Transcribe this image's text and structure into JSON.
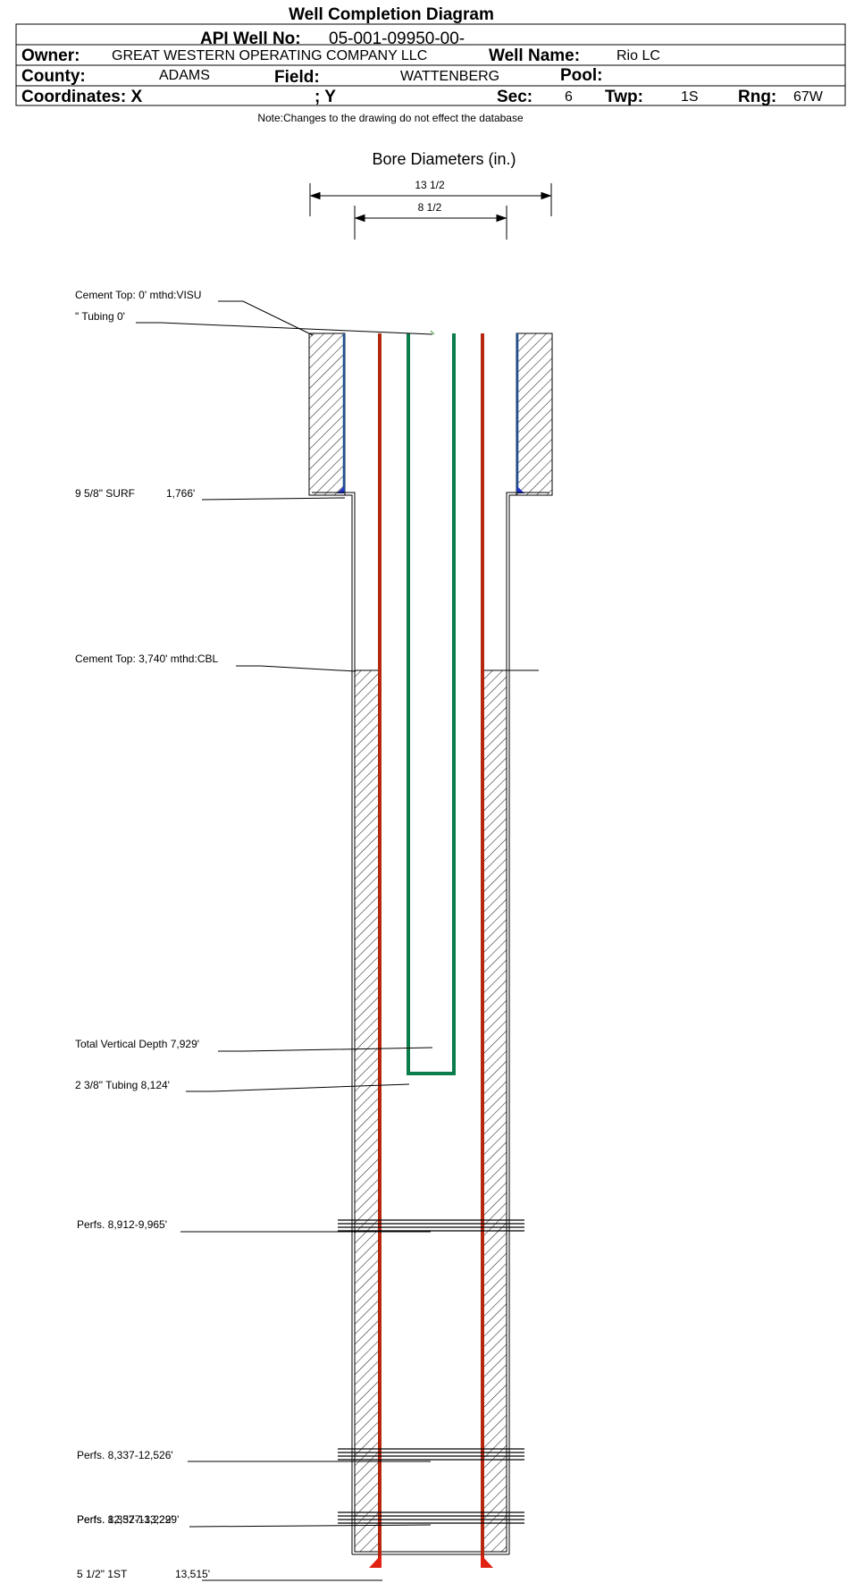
{
  "header": {
    "title": "Well Completion Diagram",
    "api_label": "API Well No:",
    "api_value": "05-001-09950-00-",
    "owner_label": "Owner:",
    "owner_value": "GREAT WESTERN OPERATING COMPANY LLC",
    "wellname_label": "Well Name:",
    "wellname_value": "Rio LC",
    "county_label": "County:",
    "county_value": "ADAMS",
    "field_label": "Field:",
    "field_value": "WATTENBERG",
    "pool_label": "Pool:",
    "pool_value": "",
    "coord_label": "Coordinates: X",
    "coord_y_label": "; Y",
    "sec_label": "Sec:",
    "sec_value": "6",
    "twp_label": "Twp:",
    "twp_value": "1S",
    "rng_label": "Rng:",
    "rng_value": "67W",
    "note": "Note:Changes to the drawing do not effect the database"
  },
  "bore": {
    "title": "Bore Diameters (in.)",
    "outer": "13 1/2",
    "inner": "8 1/2"
  },
  "labels": {
    "cement_top_surface": "Cement Top: 0' mthd:VISU",
    "tubing_top": "\" Tubing 0'",
    "surface_casing": "9 5/8\" SURF",
    "surface_casing_depth": "1,766'",
    "cement_top_prod": "Cement Top: 3,740' mthd:CBL",
    "tvd": "Total Vertical Depth 7,929'",
    "tubing": "2 3/8\" Tubing 8,124'",
    "perfs1": "Perfs. 8,912-9,965'",
    "perfs2": "Perfs. 8,337-12,526'",
    "perfs3a": "Perfs. 12,527-13,229'",
    "perfs3b": "Perfs. 8,337-13,229'",
    "prod_casing": "5 1/2\" 1ST",
    "prod_casing_depth": "13,515'"
  },
  "colors": {
    "casing": "#b5280f",
    "tubing": "#0a7d4a",
    "cement": "#2a2a2a",
    "liner": "#1f4f8f",
    "shoe": "#e02010"
  }
}
